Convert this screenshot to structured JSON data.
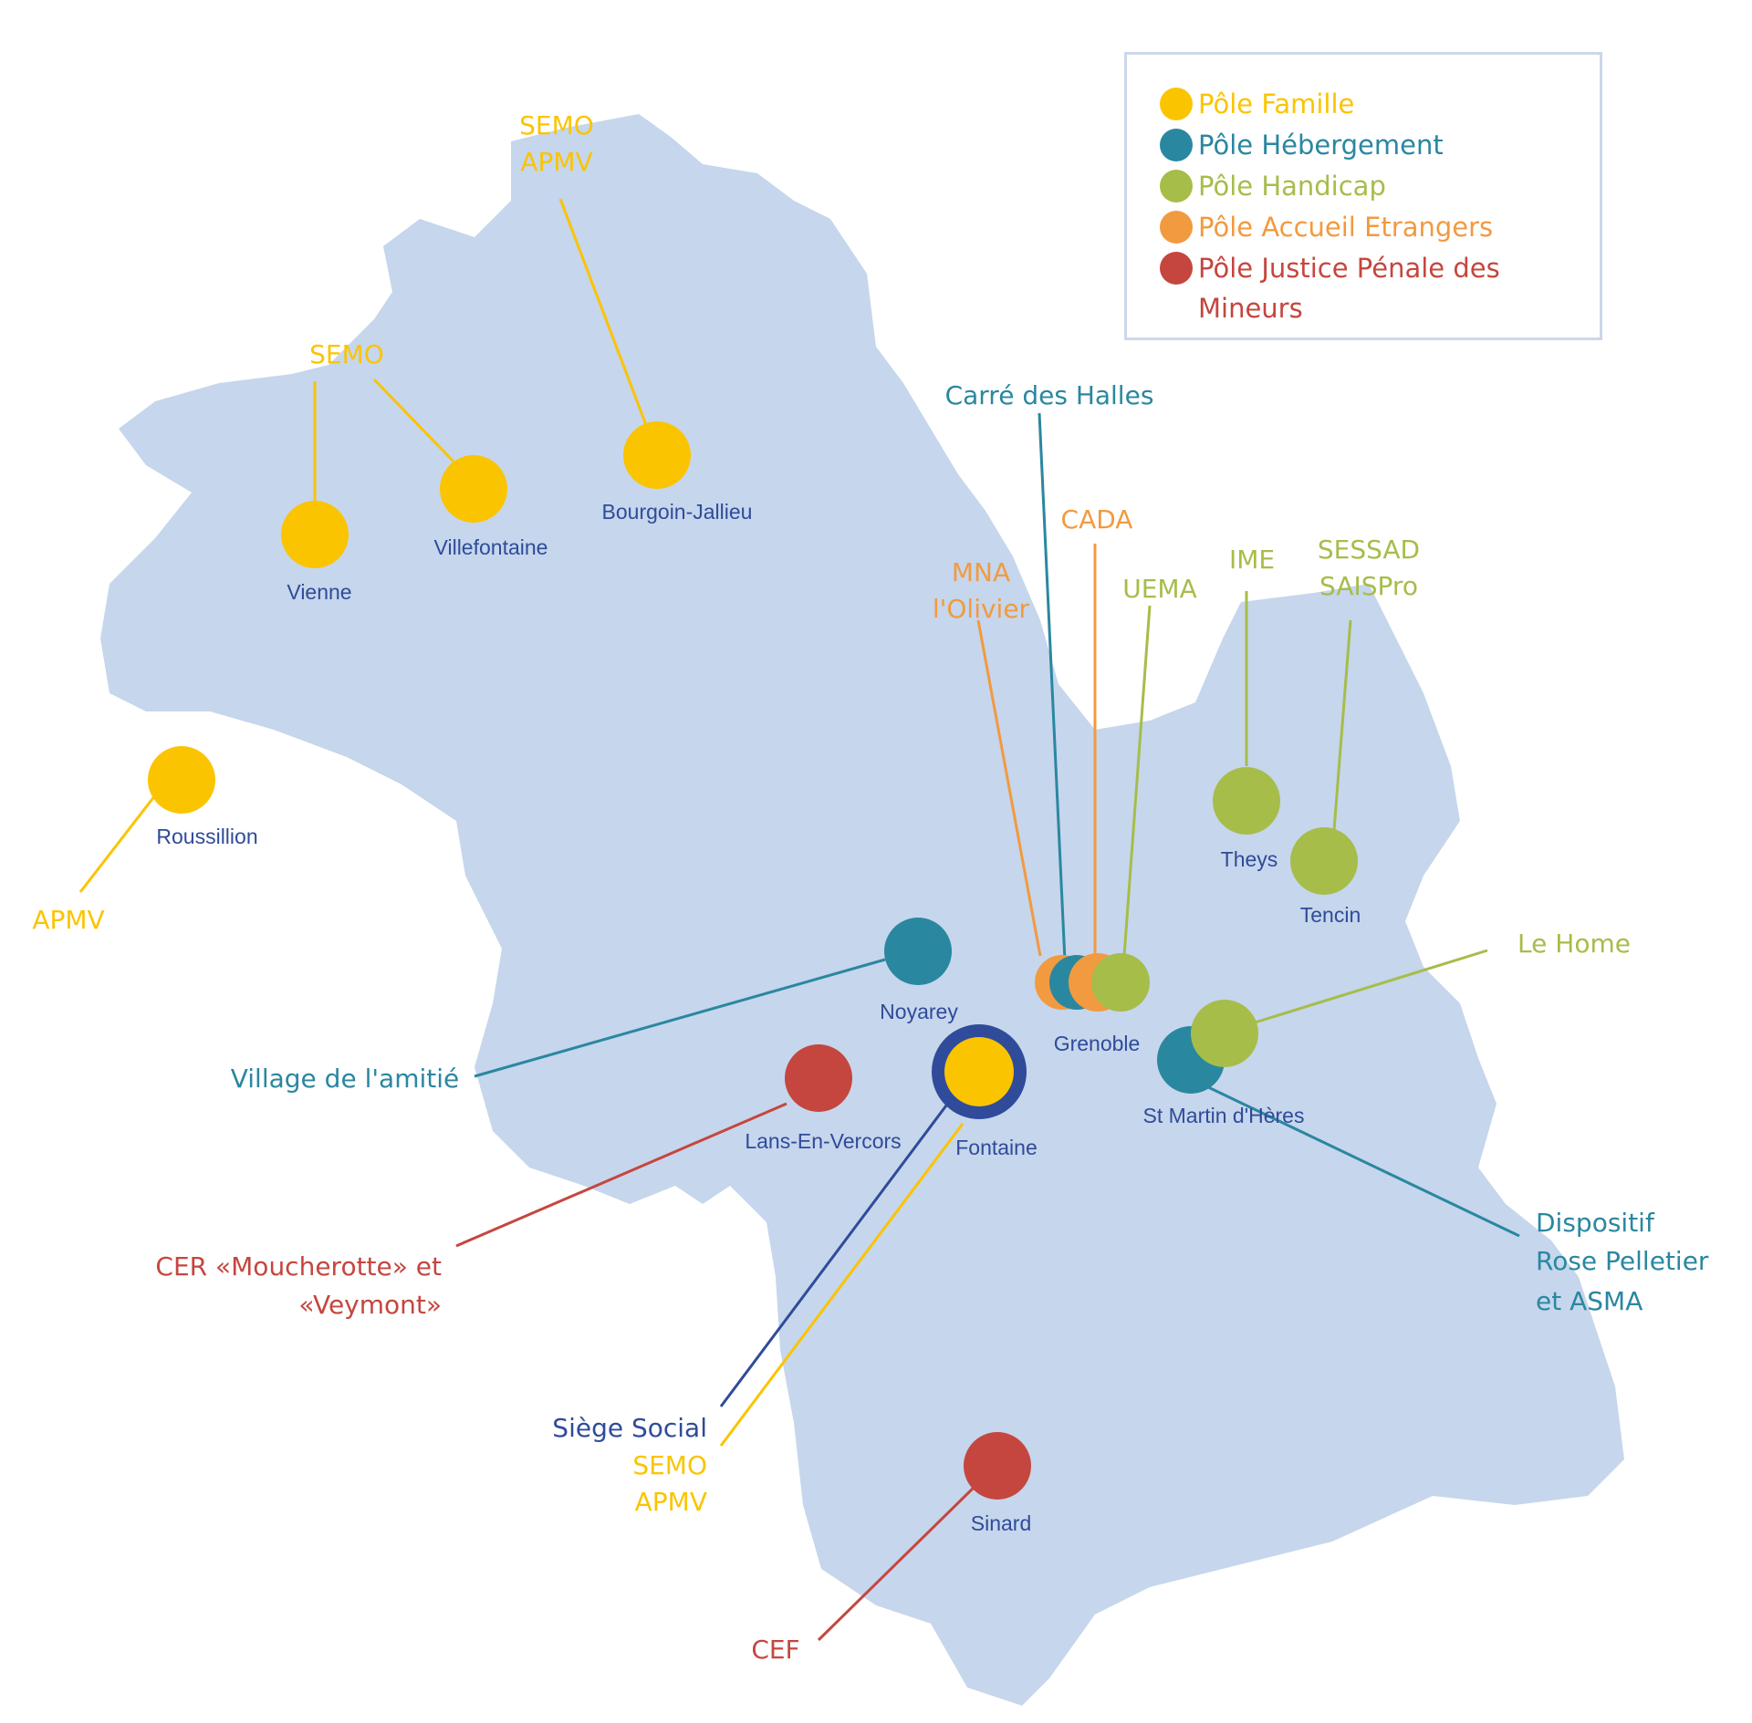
{
  "colors": {
    "famille": "#fbc400",
    "hebergement": "#2a87a0",
    "handicap": "#a6bd4a",
    "etrangers": "#f29a3f",
    "justice": "#c5463f",
    "siege": "#2f4b9a",
    "city_text": "#2f4b9a",
    "region": "#c6d6ec"
  },
  "legend": [
    {
      "label": "Pôle Famille",
      "color": "#fbc400"
    },
    {
      "label": "Pôle Hébergement",
      "color": "#2a87a0"
    },
    {
      "label": "Pôle Handicap",
      "color": "#a6bd4a"
    },
    {
      "label": "Pôle Accueil Etrangers",
      "color": "#f29a3f"
    },
    {
      "label": "Pôle Justice Pénale des Mineurs",
      "color": "#c5463f"
    }
  ],
  "cities": {
    "vienne": "Vienne",
    "villefontaine": "Villefontaine",
    "bourgoin": "Bourgoin-Jallieu",
    "roussillion": "Roussillion",
    "noyarey": "Noyarey",
    "grenoble": "Grenoble",
    "theys": "Theys",
    "tencin": "Tencin",
    "st_martin": "St Martin d'Hères",
    "lans": "Lans-En-Vercors",
    "fontaine": "Fontaine",
    "sinard": "Sinard"
  },
  "services": {
    "semo_apmv_bourgoin": [
      "SEMO",
      "APMV"
    ],
    "semo_vienne": "SEMO",
    "apmv_roussillion": "APMV",
    "carre_des_halles": "Carré des Halles",
    "cada": "CADA",
    "mna": [
      "MNA",
      "l'Olivier"
    ],
    "uema": "UEMA",
    "ime": "IME",
    "sessad": [
      "SESSAD",
      "SAISPro"
    ],
    "le_home": "Le Home",
    "village": "Village de l'amitié",
    "cer": [
      "CER «Moucherotte» et",
      "«Veymont»"
    ],
    "dispositif": [
      "Dispositif",
      "Rose Pelletier",
      "et ASMA"
    ],
    "siege": "Siège Social",
    "semo_apmv_fontaine": [
      "SEMO",
      "APMV"
    ],
    "cef": "CEF"
  }
}
